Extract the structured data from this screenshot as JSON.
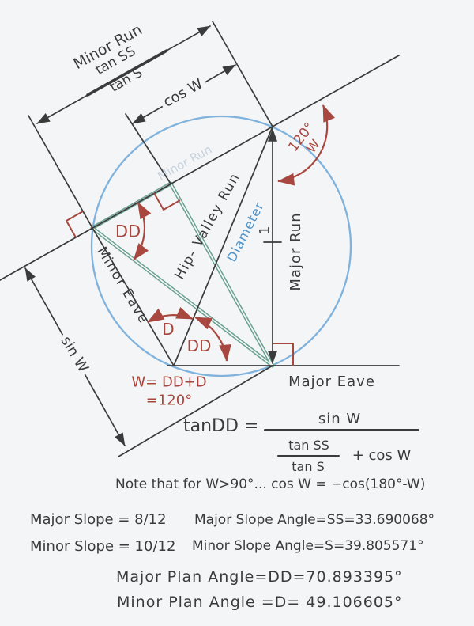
{
  "colors": {
    "paper": "#f4f5f6",
    "ink": "#3b3b3b",
    "red": "#a8473f",
    "circle_blue": "#7fb2dc",
    "label_blue": "#4f93c9",
    "teal": "#68a08f"
  },
  "diagram": {
    "dim_labels": {
      "minor_run": "Minor Run",
      "tan_ss": "tan SS",
      "tan_s": "tan S",
      "cos_w": "cos W",
      "sin_w": "sin W",
      "unit": "1"
    },
    "angle_labels": {
      "w_deg": "120°",
      "w": "W",
      "dd_left": "DD",
      "d": "D",
      "dd_bottom": "DD",
      "w_sum_1": "W= DD+D",
      "w_sum_2": "=120°"
    },
    "line_labels": {
      "minor_eave": "Minor Eave",
      "major_eave": "Major Eave",
      "major_run": "Major Run",
      "hip_valley_run": "Hip- Valley Run",
      "diameter": "Diameter",
      "ghost_minor_run": "Minor Run"
    }
  },
  "formula": {
    "lhs": "tanDD =",
    "numerator": "sin W",
    "sub_numerator": "tan SS",
    "sub_denominator": "tan S",
    "plus_term": "+ cos W"
  },
  "note": "Note that for W>90°... cos W = −cos(180°-W)",
  "facts": {
    "major_slope": "Major Slope = 8/12",
    "major_slope_angle": "Major Slope Angle=SS=33.690068°",
    "minor_slope": "Minor Slope = 10/12",
    "minor_slope_angle": "Minor Slope Angle=S=39.805571°",
    "major_plan_angle": "Major Plan Angle=DD=70.893395°",
    "minor_plan_angle": "Minor Plan Angle =D= 49.106605°"
  }
}
